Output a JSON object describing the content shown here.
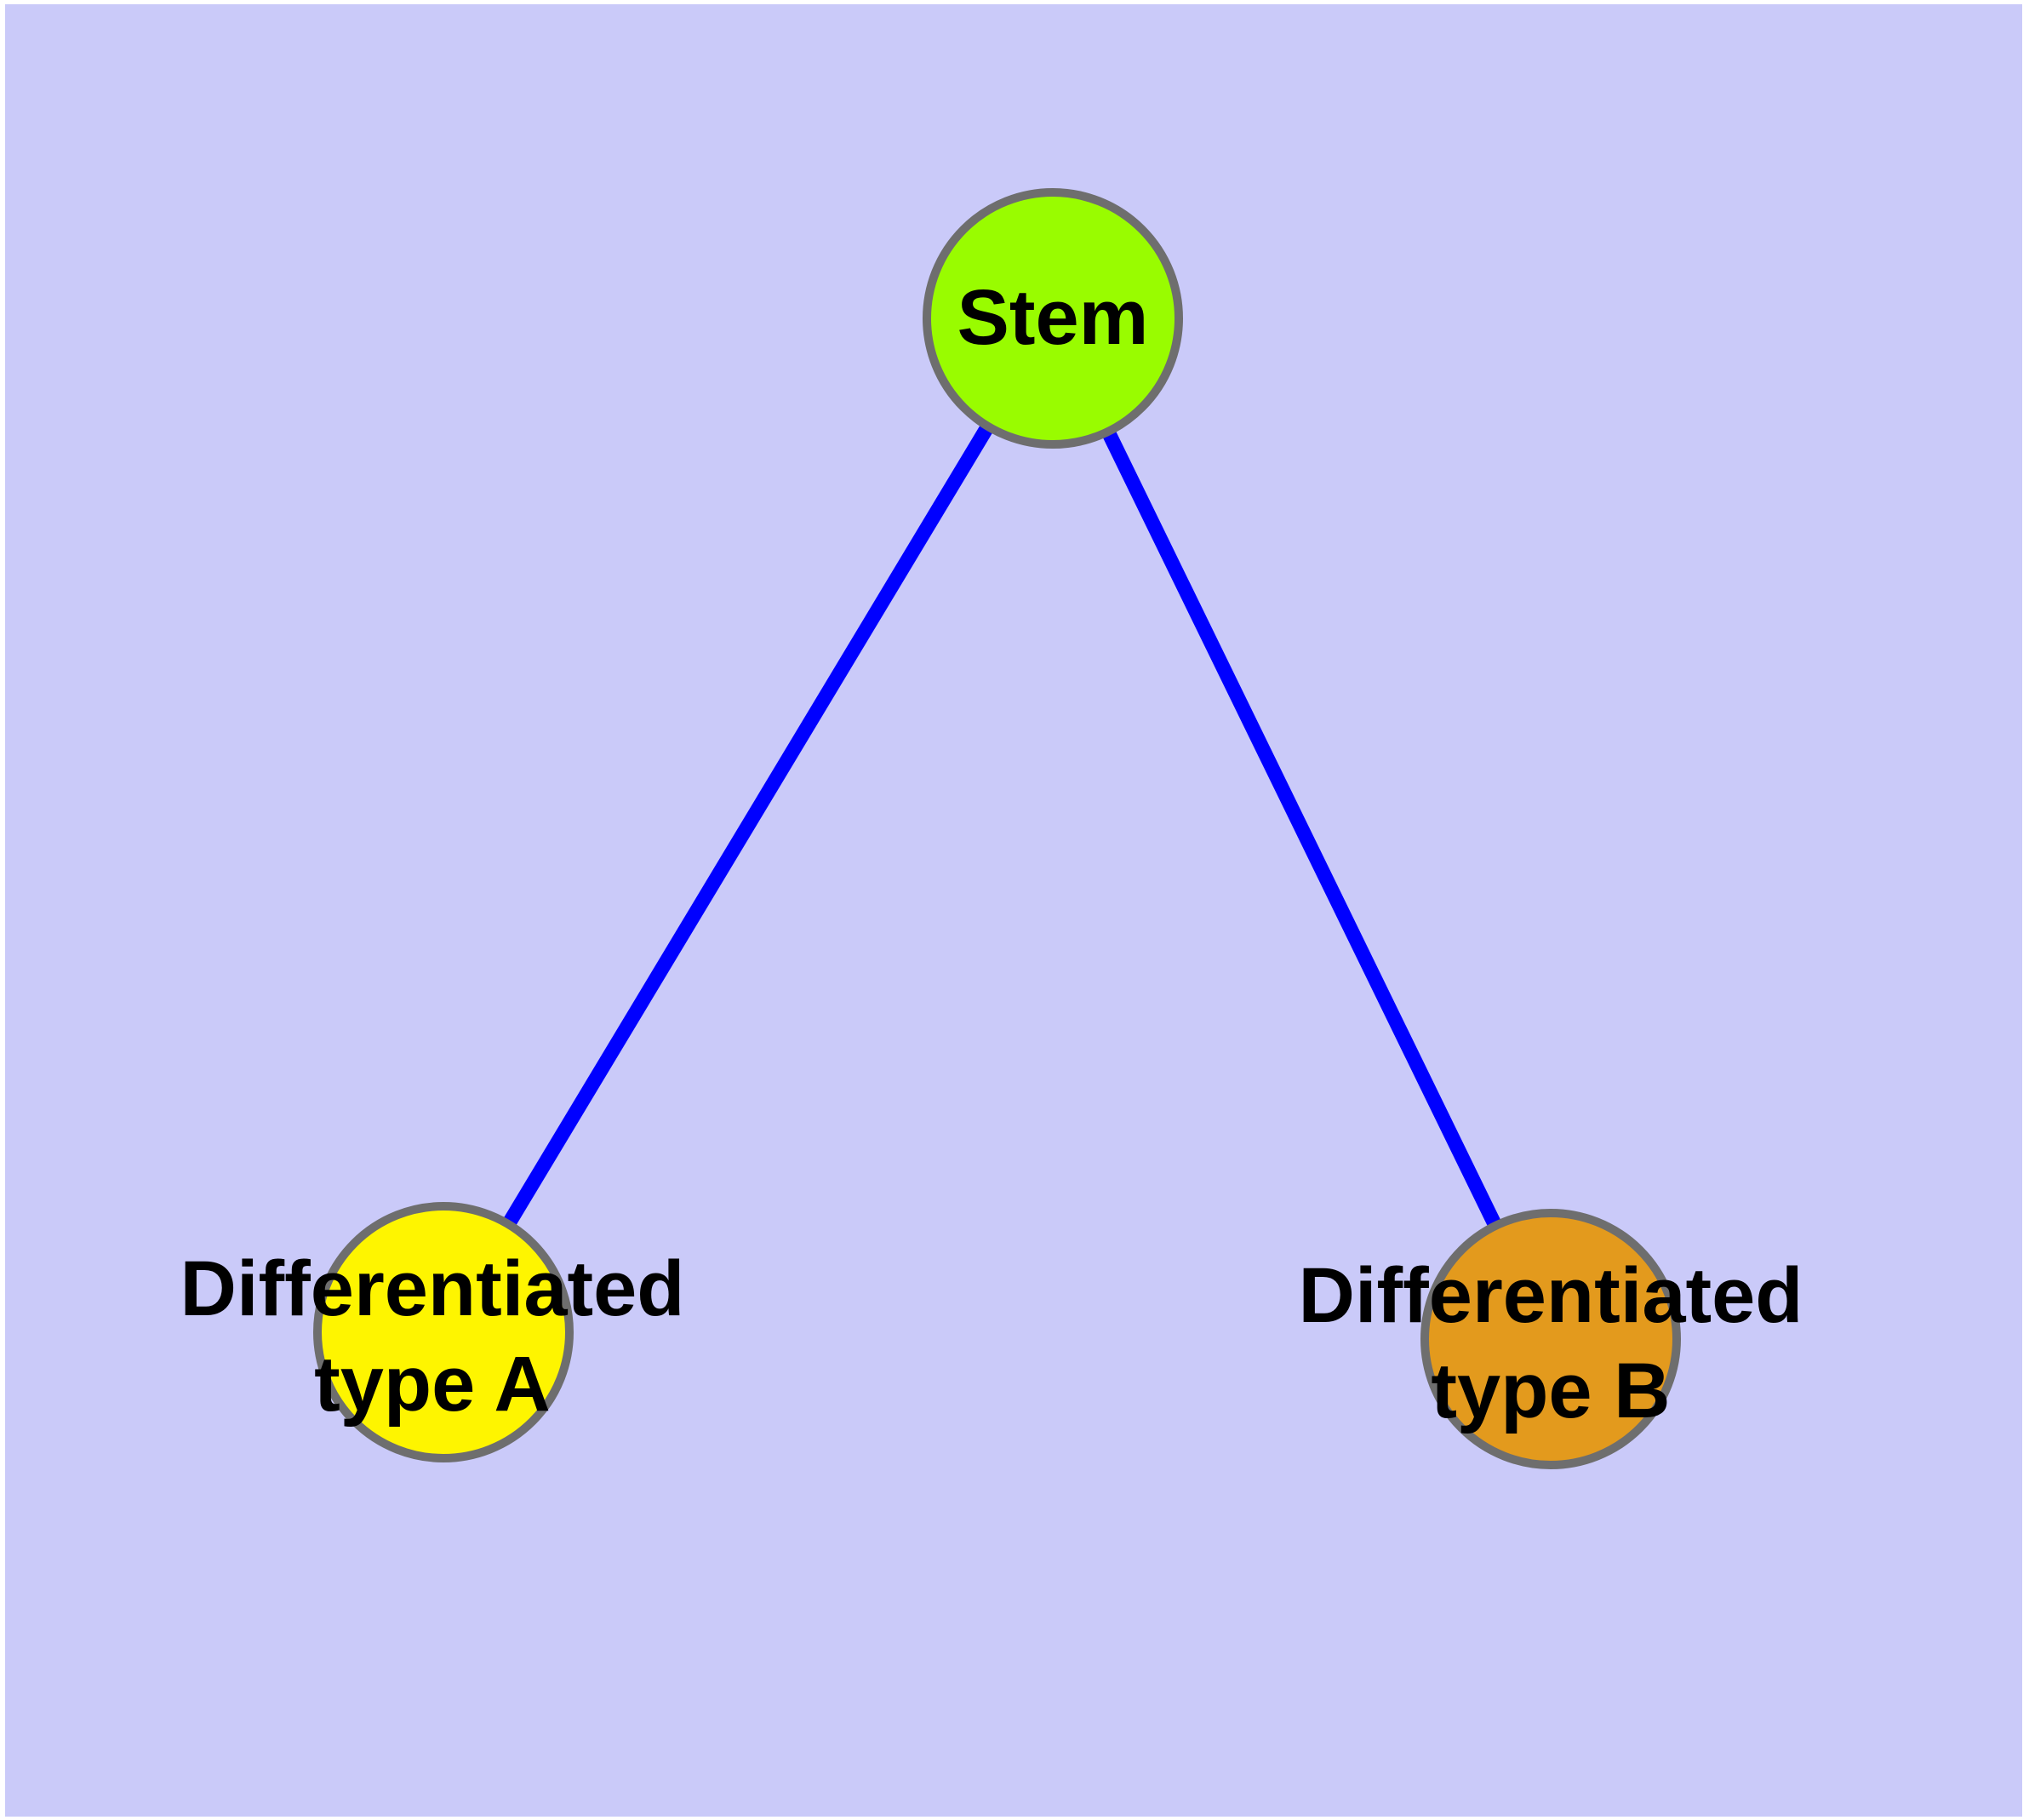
{
  "diagram": {
    "background_color": "#cacaf9",
    "page_margin_color": "#ffffff",
    "edge_color": "#0000ff",
    "node_border_color": "#6e6e6e",
    "label_color": "#000000",
    "nodes": [
      {
        "id": "stem",
        "label": "Stem",
        "fill": "#99fc00"
      },
      {
        "id": "diff-a",
        "label": "Differentiated\ntype A",
        "fill": "#fef500"
      },
      {
        "id": "diff-b",
        "label": "Differentiated\ntype B",
        "fill": "#e39a1d"
      }
    ],
    "edges": [
      {
        "from": "stem",
        "to": "diff-a"
      },
      {
        "from": "stem",
        "to": "diff-b"
      }
    ]
  }
}
